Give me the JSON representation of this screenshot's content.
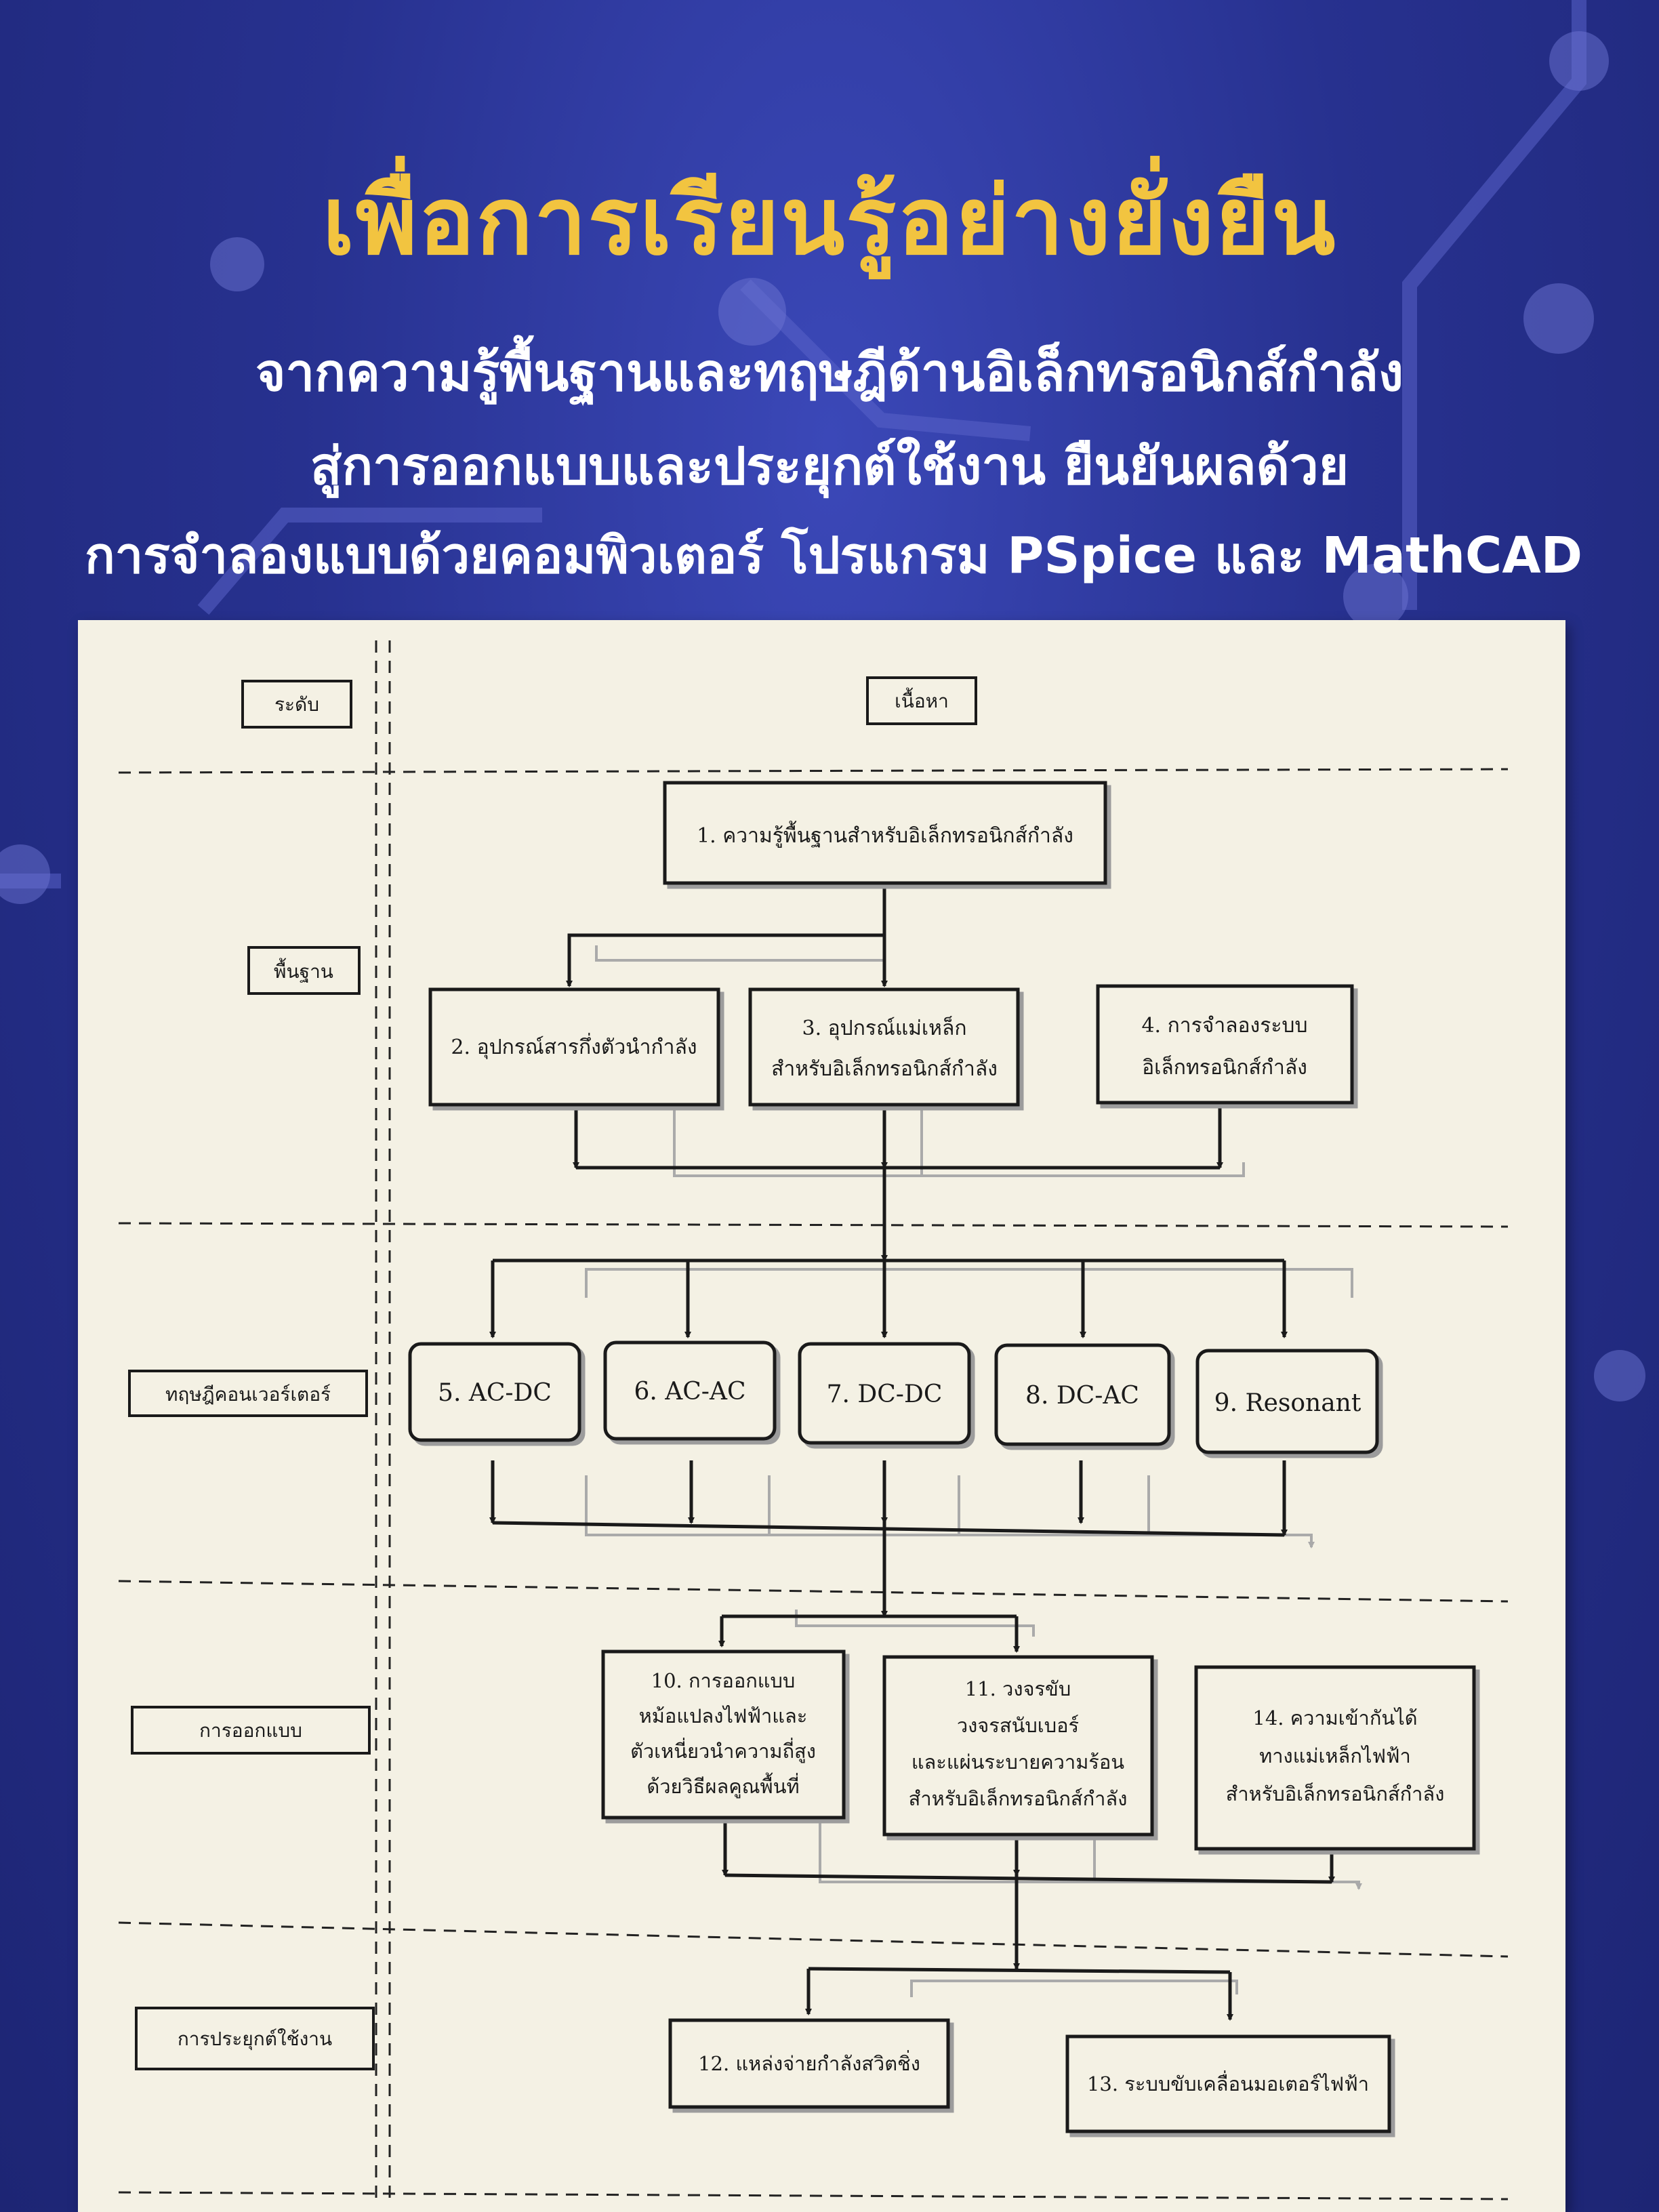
{
  "cover": {
    "headline": "เพื่อการเรียนรู้อย่างยั่งยืน",
    "sublines": [
      "จากความรู้พื้นฐานและทฤษฎีด้านอิเล็กทรอนิกส์กำลัง",
      "สู่การออกแบบและประยุกต์ใช้งาน ยืนยันผลด้วย",
      "การจำลองแบบด้วยคอมพิวเตอร์ โปรแกรม PSpice และ MathCAD"
    ],
    "colors": {
      "background": "#27318f",
      "headline": "#f2c440",
      "subline": "#ffffff",
      "panel": "#f4f1e4"
    }
  },
  "diagram": {
    "header": {
      "level": "ระดับ",
      "content": "เนื้อหา"
    },
    "levels": [
      "พื้นฐาน",
      "ทฤษฎีคอนเวอร์เตอร์",
      "การออกแบบ",
      "การประยุกต์ใช้งาน"
    ],
    "boxes": {
      "b1": [
        "1. ความรู้พื้นฐานสำหรับอิเล็กทรอนิกส์กำลัง"
      ],
      "b2": [
        "2. อุปกรณ์สารกึ่งตัวนำกำลัง"
      ],
      "b3": [
        "3. อุปกรณ์แม่เหล็ก",
        "สำหรับอิเล็กทรอนิกส์กำลัง"
      ],
      "b4": [
        "4. การจำลองระบบ",
        "อิเล็กทรอนิกส์กำลัง"
      ],
      "b5": [
        "5. AC-DC"
      ],
      "b6": [
        "6. AC-AC"
      ],
      "b7": [
        "7. DC-DC"
      ],
      "b8": [
        "8. DC-AC"
      ],
      "b9": [
        "9. Resonant"
      ],
      "b10": [
        "10. การออกแบบ",
        "หม้อแปลงไฟฟ้าและ",
        "ตัวเหนี่ยวนำความถี่สูง",
        "ด้วยวิธีผลคูณพื้นที่"
      ],
      "b11": [
        "11. วงจรขับ",
        "วงจรสนับเบอร์",
        "และแผ่นระบายความร้อน",
        "สำหรับอิเล็กทรอนิกส์กำลัง"
      ],
      "b14": [
        "14. ความเข้ากันได้",
        "ทางแม่เหล็กไฟฟ้า",
        "สำหรับอิเล็กทรอนิกส์กำลัง"
      ],
      "b12": [
        "12. แหล่งจ่ายกำลังสวิตชิ่ง"
      ],
      "b13": [
        "13. ระบบขับเคลื่อนมอเตอร์ไฟฟ้า"
      ]
    }
  }
}
